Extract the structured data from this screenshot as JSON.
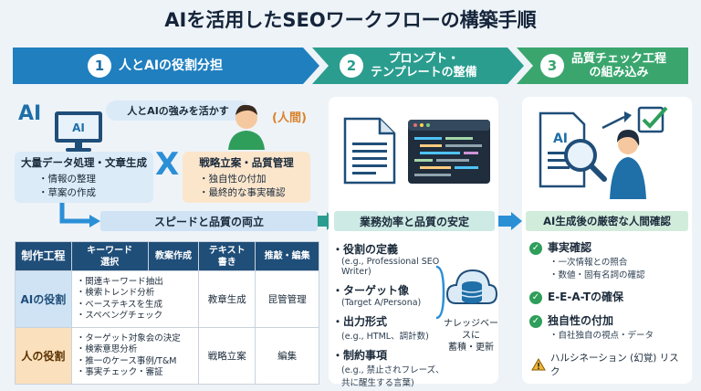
{
  "title": "AIを活用したSEOワークフローの構築手順",
  "steps": [
    {
      "num": "1",
      "label": "人とAIの役割分担"
    },
    {
      "num": "2",
      "label_line1": "プロンプト・",
      "label_line2": "テンプレートの整備"
    },
    {
      "num": "3",
      "label_line1": "品質チェック工程",
      "label_line2": "の組み込み"
    }
  ],
  "col1": {
    "ai_label": "AI",
    "strength_pill": "人とAIの強みを活かす",
    "human_label": "(人間)",
    "ai_box": {
      "heading": "大量データ処理・文章生成",
      "items": [
        "・情報の整理",
        "・草案の作成"
      ]
    },
    "human_box": {
      "heading": "戦略立案・品質管理",
      "items": [
        "・独自性の付加",
        "・最終的な事実確認"
      ]
    },
    "x_mark": "X",
    "banner": "スピードと品質の両立",
    "monitor_text": "AI"
  },
  "table": {
    "headers": [
      "制作工程",
      "キーワード\n選択",
      "教案作成",
      "テキスト\n書き",
      "推敲・編集"
    ],
    "rows": [
      {
        "label": "AIの役割",
        "list": [
          "・関連キーワード抽出",
          "・検索トレンド分析",
          "・ベーステキスを生成",
          "・スペベングチェック"
        ],
        "c3": "教章生成",
        "c4": "昆管管理"
      },
      {
        "label": "人の役割",
        "list": [
          "・ターゲット対象会の決定",
          "・検索意思分析",
          "・推一のケース事例/T&M",
          "・事実チェック・審証"
        ],
        "c3": "戦略立案",
        "c4": "編集"
      }
    ]
  },
  "col2": {
    "banner": "業務効率と品質の安定",
    "items": [
      {
        "h": "・役割の定義",
        "s": "(e.g., Professional SEO Writer)"
      },
      {
        "h": "・ターゲット像",
        "s": "(Target A/Persona)"
      },
      {
        "h": "・出力形式",
        "s": "(e.g., HTML、調計数)"
      },
      {
        "h": "・制約事項",
        "s": "(e.g., 禁止されフレーズ、",
        "s2": "共に醒生する言葉)"
      }
    ],
    "kb_line1": "ナレッジベースに",
    "kb_line2": "蓄積・更新"
  },
  "col3": {
    "banner": "AI生成後の厳密な人間確認",
    "doc_text": "AI",
    "checks": [
      {
        "h": "事実確認",
        "subs": [
          "・一次情報との照合",
          "・数値・固有名詞の確認"
        ]
      },
      {
        "h": "E-E-A-Tの確保",
        "subs": []
      },
      {
        "h": "独自性の付加",
        "subs": [
          "・自社独自の視点・データ"
        ]
      }
    ],
    "warning": "ハルシネーション (幻覚) リスク"
  },
  "colors": {
    "step1": "#1f7fbf",
    "step2": "#2a9d8f",
    "step3": "#3aa66e",
    "accent": "#1f4e79"
  }
}
